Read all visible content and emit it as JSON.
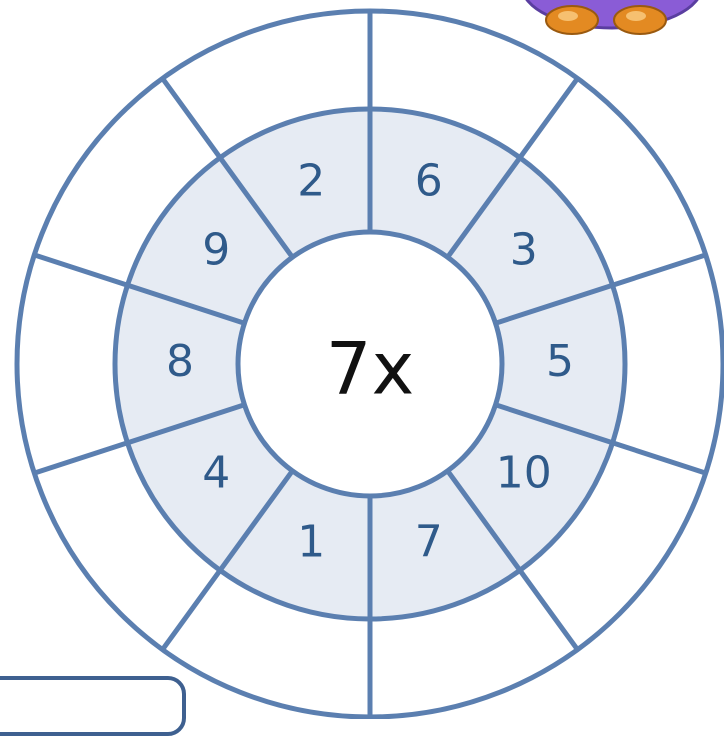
{
  "center_label": "7x",
  "inner_numbers": [
    "6",
    "3",
    "5",
    "10",
    "7",
    "1",
    "4",
    "8",
    "9",
    "2"
  ],
  "outer_answers": [
    "",
    "",
    "",
    "",
    "",
    "",
    "",
    "",
    "",
    ""
  ],
  "colors": {
    "line": "#5b7fb0",
    "ring_fill": "#e6ebf3",
    "number": "#2f5a8a",
    "center_text": "#111111",
    "creature_purple": "#8a5cd6",
    "creature_feet": "#e38a22"
  },
  "icons": [
    "creature-feet-icon"
  ]
}
